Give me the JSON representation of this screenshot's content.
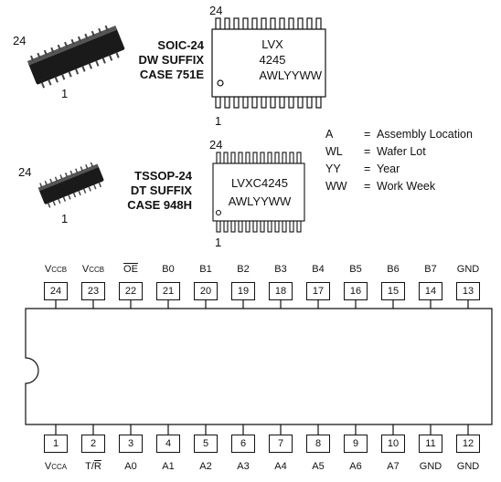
{
  "packages": [
    {
      "name": "SOIC-24",
      "suffix": "DW SUFFIX",
      "case": "CASE 751E",
      "chip_pin_top": "24",
      "chip_pin_bottom": "1",
      "diagram_pin_top": "24",
      "diagram_pin_bottom": "1",
      "marking_lines": [
        "LVX",
        "4245",
        "AWLYYWW"
      ]
    },
    {
      "name": "TSSOP-24",
      "suffix": "DT SUFFIX",
      "case": "CASE 948H",
      "chip_pin_top": "24",
      "chip_pin_bottom": "1",
      "diagram_pin_top": "24",
      "diagram_pin_bottom": "1",
      "marking_lines": [
        "LVXC4245",
        "AWLYYWW"
      ]
    }
  ],
  "legend": [
    {
      "key": "A",
      "eq": "=",
      "value": "Assembly Location"
    },
    {
      "key": "WL",
      "eq": "=",
      "value": "Wafer Lot"
    },
    {
      "key": "YY",
      "eq": "=",
      "value": "Year"
    },
    {
      "key": "WW",
      "eq": "=",
      "value": "Work Week"
    }
  ],
  "pinout": {
    "top_pins": [
      {
        "number": "24",
        "name": "V",
        "sub": "CCB",
        "overline": false
      },
      {
        "number": "23",
        "name": "V",
        "sub": "CCB",
        "overline": false
      },
      {
        "number": "22",
        "name": "OE",
        "sub": "",
        "overline": true
      },
      {
        "number": "21",
        "name": "B0",
        "sub": "",
        "overline": false
      },
      {
        "number": "20",
        "name": "B1",
        "sub": "",
        "overline": false
      },
      {
        "number": "19",
        "name": "B2",
        "sub": "",
        "overline": false
      },
      {
        "number": "18",
        "name": "B3",
        "sub": "",
        "overline": false
      },
      {
        "number": "17",
        "name": "B4",
        "sub": "",
        "overline": false
      },
      {
        "number": "16",
        "name": "B5",
        "sub": "",
        "overline": false
      },
      {
        "number": "15",
        "name": "B6",
        "sub": "",
        "overline": false
      },
      {
        "number": "14",
        "name": "B7",
        "sub": "",
        "overline": false
      },
      {
        "number": "13",
        "name": "GND",
        "sub": "",
        "overline": false
      }
    ],
    "bottom_pins": [
      {
        "number": "1",
        "name": "V",
        "sub": "CCA",
        "overline": false
      },
      {
        "number": "2",
        "name": "T/",
        "tail": "R",
        "sub": "",
        "overline": false
      },
      {
        "number": "3",
        "name": "A0",
        "sub": "",
        "overline": false
      },
      {
        "number": "4",
        "name": "A1",
        "sub": "",
        "overline": false
      },
      {
        "number": "5",
        "name": "A2",
        "sub": "",
        "overline": false
      },
      {
        "number": "6",
        "name": "A3",
        "sub": "",
        "overline": false
      },
      {
        "number": "7",
        "name": "A4",
        "sub": "",
        "overline": false
      },
      {
        "number": "8",
        "name": "A5",
        "sub": "",
        "overline": false
      },
      {
        "number": "9",
        "name": "A6",
        "sub": "",
        "overline": false
      },
      {
        "number": "10",
        "name": "A7",
        "sub": "",
        "overline": false
      },
      {
        "number": "11",
        "name": "GND",
        "sub": "",
        "overline": false
      },
      {
        "number": "12",
        "name": "GND",
        "sub": "",
        "overline": false
      }
    ]
  }
}
